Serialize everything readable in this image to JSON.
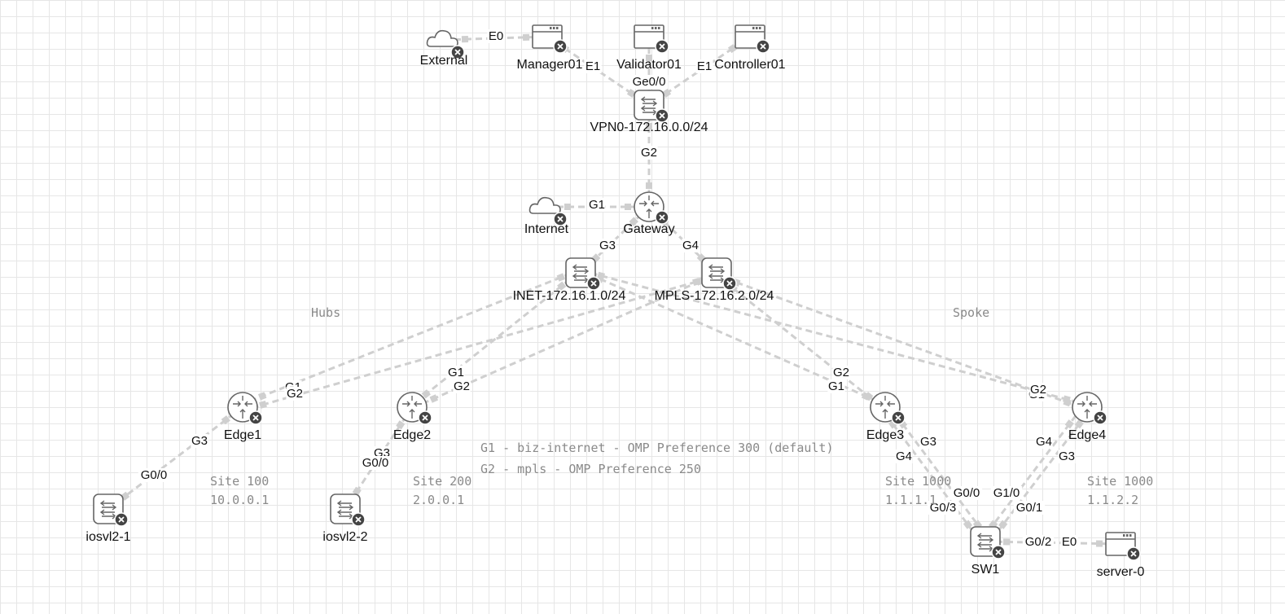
{
  "nodes": [
    {
      "id": "external",
      "label": "External",
      "kind": "cloud"
    },
    {
      "id": "manager01",
      "label": "Manager01",
      "kind": "server"
    },
    {
      "id": "validator01",
      "label": "Validator01",
      "kind": "server"
    },
    {
      "id": "controller01",
      "label": "Controller01",
      "kind": "server"
    },
    {
      "id": "vpn0",
      "label": "VPN0-172.16.0.0/24",
      "kind": "switch"
    },
    {
      "id": "internet",
      "label": "Internet",
      "kind": "cloud"
    },
    {
      "id": "gateway",
      "label": "Gateway",
      "kind": "router"
    },
    {
      "id": "inet",
      "label": "INET-172.16.1.0/24",
      "kind": "switch"
    },
    {
      "id": "mpls",
      "label": "MPLS-172.16.2.0/24",
      "kind": "switch"
    },
    {
      "id": "edge1",
      "label": "Edge1",
      "kind": "router"
    },
    {
      "id": "edge2",
      "label": "Edge2",
      "kind": "router"
    },
    {
      "id": "edge3",
      "label": "Edge3",
      "kind": "router"
    },
    {
      "id": "edge4",
      "label": "Edge4",
      "kind": "router"
    },
    {
      "id": "iosvl2_1",
      "label": "iosvl2-1",
      "kind": "switch"
    },
    {
      "id": "iosvl2_2",
      "label": "iosvl2-2",
      "kind": "switch"
    },
    {
      "id": "sw1",
      "label": "SW1",
      "kind": "switch"
    },
    {
      "id": "server0",
      "label": "server-0",
      "kind": "server"
    }
  ],
  "links": [
    {
      "a": "external",
      "b": "manager01",
      "ports": [
        "E0"
      ]
    },
    {
      "a": "manager01",
      "b": "vpn0",
      "ports": [
        "E1"
      ]
    },
    {
      "a": "validator01",
      "b": "vpn0",
      "ports": [
        "Ge0/0"
      ]
    },
    {
      "a": "controller01",
      "b": "vpn0",
      "ports": [
        "E1"
      ]
    },
    {
      "a": "vpn0",
      "b": "gateway",
      "ports": [
        "G2"
      ]
    },
    {
      "a": "internet",
      "b": "gateway",
      "ports": [
        "G1"
      ]
    },
    {
      "a": "gateway",
      "b": "inet",
      "ports": [
        "G3"
      ]
    },
    {
      "a": "gateway",
      "b": "mpls",
      "ports": [
        "G4"
      ]
    },
    {
      "a": "inet",
      "b": "edge1",
      "ports": [
        "G1"
      ]
    },
    {
      "a": "mpls",
      "b": "edge1",
      "ports": [
        "G2"
      ]
    },
    {
      "a": "inet",
      "b": "edge2",
      "ports": [
        "G1"
      ]
    },
    {
      "a": "mpls",
      "b": "edge2",
      "ports": [
        "G2"
      ]
    },
    {
      "a": "inet",
      "b": "edge3",
      "ports": [
        "G1"
      ]
    },
    {
      "a": "mpls",
      "b": "edge3",
      "ports": [
        "G2"
      ]
    },
    {
      "a": "inet",
      "b": "edge4",
      "ports": [
        "G1"
      ]
    },
    {
      "a": "mpls",
      "b": "edge4",
      "ports": [
        "G2"
      ]
    },
    {
      "a": "edge1",
      "b": "iosvl2_1",
      "ports": [
        "G3",
        "G0/0"
      ]
    },
    {
      "a": "edge2",
      "b": "iosvl2_2",
      "ports": [
        "G3",
        "G0/0"
      ]
    },
    {
      "a": "edge3",
      "b": "sw1",
      "ports": [
        "G3",
        "G0/0"
      ]
    },
    {
      "a": "edge3",
      "b": "sw1",
      "ports": [
        "G4",
        "G0/3"
      ]
    },
    {
      "a": "edge4",
      "b": "sw1",
      "ports": [
        "G4",
        "G1/0"
      ]
    },
    {
      "a": "edge4",
      "b": "sw1",
      "ports": [
        "G3",
        "G0/1"
      ]
    },
    {
      "a": "sw1",
      "b": "server0",
      "ports": [
        "G0/2",
        "E0"
      ]
    }
  ],
  "annotations": {
    "hubs": "Hubs",
    "spoke": "Spoke",
    "pref_g1": "G1 - biz-internet - OMP Preference 300 (default)",
    "pref_g2": "G2 - mpls - OMP Preference 250",
    "site100_name": "Site 100",
    "site100_ip": "10.0.0.1",
    "site200_name": "Site 200",
    "site200_ip": "2.0.0.1",
    "site1000a_name": "Site 1000",
    "site1000a_ip": "1.1.1.1",
    "site1000b_name": "Site 1000",
    "site1000b_ip": "1.1.2.2"
  },
  "colors": {
    "link": "#cfcfcf",
    "icon_stroke": "#666666",
    "badge": "#444444",
    "note_text": "#8a8a8a",
    "grid": "#e6e6e6"
  }
}
